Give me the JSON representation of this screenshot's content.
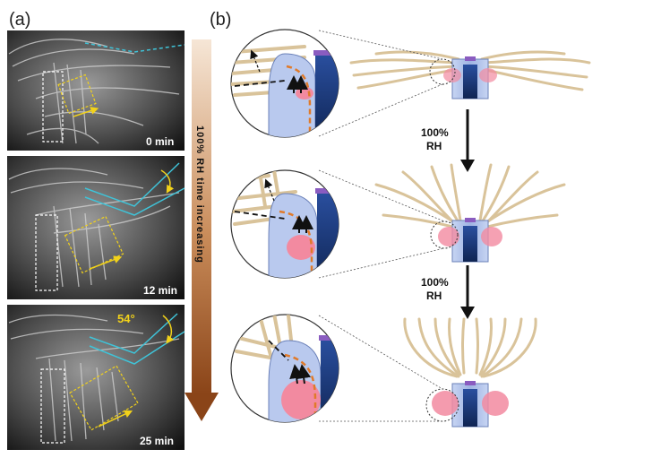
{
  "panel_a": {
    "label": "(a)",
    "frames": [
      {
        "time": "0 min",
        "angle": ""
      },
      {
        "time": "12 min",
        "angle": ""
      },
      {
        "time": "25 min",
        "angle": "54°"
      }
    ],
    "side_arrow_text": "100% RH    time    increasing"
  },
  "panel_b": {
    "label": "(b)",
    "step_labels": [
      {
        "line1": "100%",
        "line2": "RH"
      },
      {
        "line1": "100%",
        "line2": "RH"
      }
    ]
  },
  "colors": {
    "bristle": "#d9c39a",
    "base": "#b9c9ee",
    "base_dark": "#1e3a7a",
    "pink": "#f28aa0",
    "orange_dash": "#e07a2a",
    "cyan_outline": "#3fc3d8",
    "yellow_annot": "#f2d21a",
    "brown_arrow": "#8a4a1a"
  }
}
